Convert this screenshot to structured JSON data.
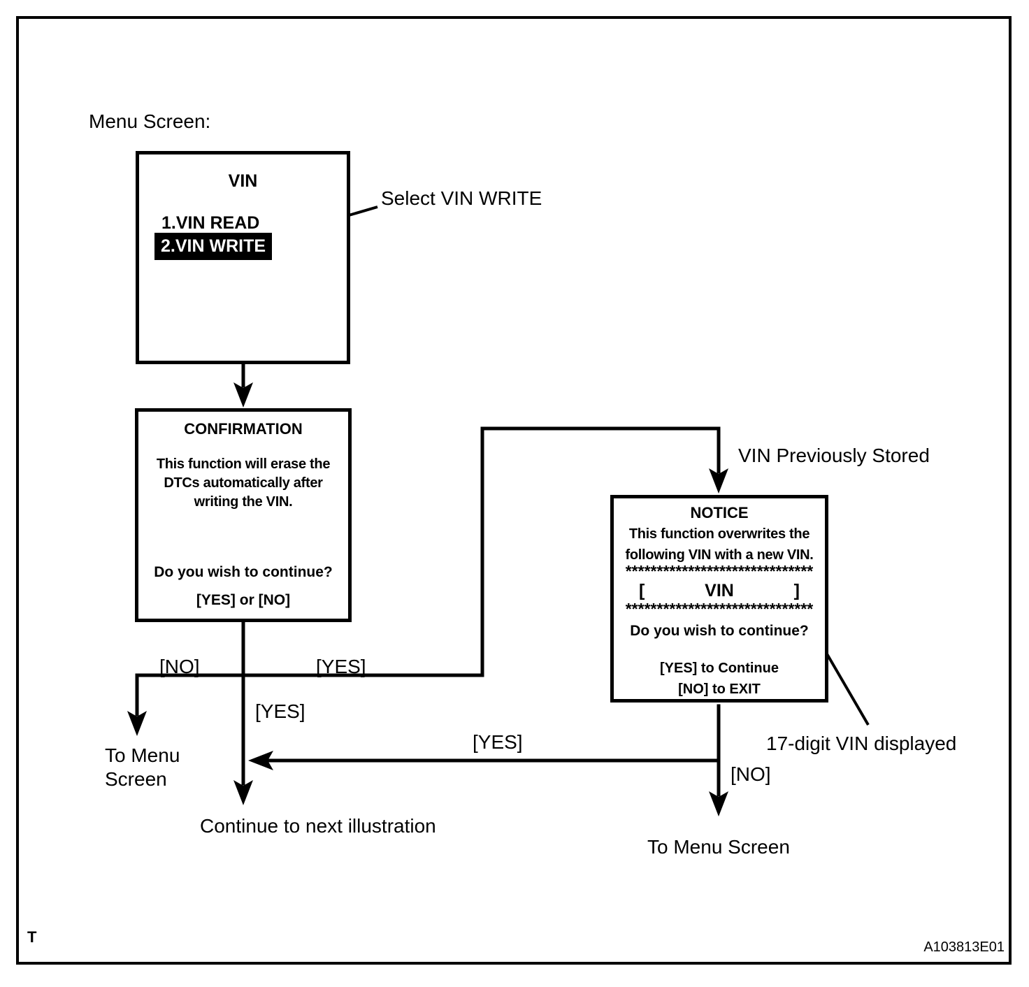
{
  "page": {
    "heading": "Menu Screen:",
    "corner_label": "T",
    "figure_code": "A103813E01"
  },
  "vin_screen": {
    "title": "VIN",
    "items": [
      {
        "label": "1.VIN READ",
        "selected": false
      },
      {
        "label": "2.VIN WRITE",
        "selected": true
      }
    ]
  },
  "confirmation_screen": {
    "title": "CONFIRMATION",
    "body": "This function will erase the\nDTCs automatically after\nwriting the VIN.",
    "question": "Do you wish to continue?",
    "options": "[YES] or [NO]"
  },
  "notice_screen": {
    "title": "NOTICE",
    "body": "This function overwrites the\nfollowing VIN with a new VIN.",
    "stars": "******************************",
    "vin_open_bracket": "[",
    "vin_label": "VIN",
    "vin_close_bracket": "]",
    "question": "Do you wish to continue?",
    "yes_option": "[YES] to Continue",
    "no_option": "[NO] to EXIT"
  },
  "annotations": {
    "select_vin_write": "Select VIN WRITE",
    "vin_previously_stored": "VIN Previously Stored",
    "seventeen_digit_vin": "17-digit VIN displayed"
  },
  "branch_labels": {
    "confirm_no": "[NO]",
    "confirm_yes_right": "[YES]",
    "confirm_yes_down": "[YES]",
    "notice_yes_long": "[YES]",
    "notice_no": "[NO]",
    "to_menu_left_line1": "To Menu",
    "to_menu_left_line2": "Screen",
    "continue_next": "Continue to next illustration",
    "to_menu_right": "To Menu Screen"
  },
  "colors": {
    "ink": "#000000",
    "paper": "#ffffff",
    "highlight_bg": "#000000",
    "highlight_text": "#ffffff"
  }
}
